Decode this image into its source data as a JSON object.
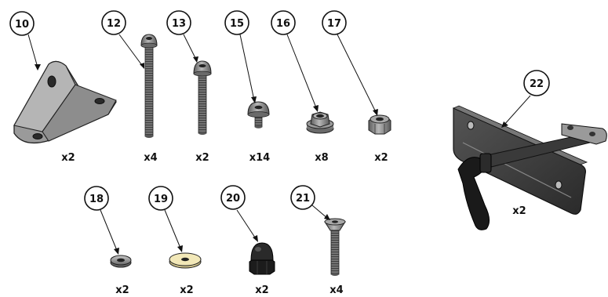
{
  "parts": [
    {
      "id": "10",
      "label": "10",
      "qty": "x2",
      "part_name": "gas-spring-mounting-bracket",
      "color": "#8a8a8a"
    },
    {
      "id": "12",
      "label": "12",
      "qty": "x4",
      "part_name": "long-button-head-bolt",
      "color": "#7c7c7c"
    },
    {
      "id": "13",
      "label": "13",
      "qty": "x2",
      "part_name": "medium-button-head-bolt",
      "color": "#7c7c7c"
    },
    {
      "id": "15",
      "label": "15",
      "qty": "x14",
      "part_name": "short-button-head-bolt",
      "color": "#7c7c7c"
    },
    {
      "id": "16",
      "label": "16",
      "qty": "x8",
      "part_name": "flange-nut",
      "color": "#8a8a8a"
    },
    {
      "id": "17",
      "label": "17",
      "qty": "x2",
      "part_name": "nylon-lock-nut",
      "color": "#8a8a8a"
    },
    {
      "id": "18",
      "label": "18",
      "qty": "x2",
      "part_name": "flat-washer",
      "color": "#9a9a9a"
    },
    {
      "id": "19",
      "label": "19",
      "qty": "x2",
      "part_name": "fender-washer-nylon",
      "color": "#f2e8b8"
    },
    {
      "id": "20",
      "label": "20",
      "qty": "x2",
      "part_name": "acorn-cap-nut",
      "color": "#1a1a1a"
    },
    {
      "id": "21",
      "label": "21",
      "qty": "x4",
      "part_name": "countersunk-bolt",
      "color": "#8a8a8a"
    },
    {
      "id": "22",
      "label": "22",
      "qty": "x2",
      "part_name": "side-plate-with-clamp-lever",
      "color": "#3a3a3a"
    }
  ]
}
